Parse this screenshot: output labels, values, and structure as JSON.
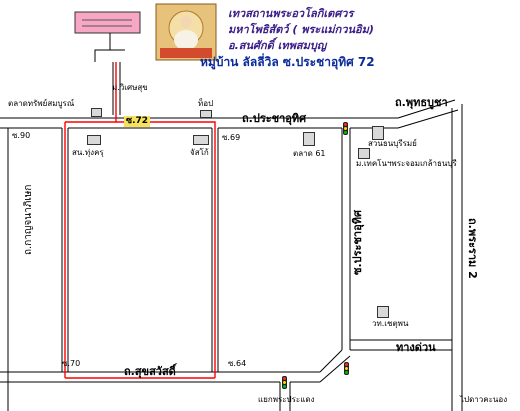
{
  "header": {
    "line1": "เทวสถานพระอวโลกิเตศวร",
    "line2": "มหาโพธิสัตว์ ( พระแม่กวนอิม)",
    "line3": "อ.สนศักดิ์ เทพสมบุญ",
    "village": "หมู่บ้าน ลัลลี่วิล ซ.ประชาอุทิศ 72"
  },
  "labels": {
    "mvisetsuk": "ม.วิเศษสุข",
    "market_sap": "ตลาดทรัพย์สมบูรณ์",
    "tops": "ท็อป",
    "soi72": "ซ.72",
    "road_prachauthit": "ถ.ประชาอุทิศ",
    "road_phutthabucha": "ถ.พุทธบูชา",
    "soi90": "ซ.90",
    "san_thungkru": "สน.ทุ่งครุ",
    "jiffy": "จัสโก้",
    "soi69": "ซ.69",
    "market61": "ตลาด 61",
    "suan_thon": "สวนธนบุรีรมย์",
    "university": "ม.เทคโนฯพระจอมเกล้าธนบุรี",
    "road_kanchanaphisek": "ถ.กาญจนาภิเษก",
    "soi_prachauthit": "ซ.ประชาอุทิศ",
    "road_rama2": "ถ.พระราม 2",
    "wat_chetuphon": "วท.เชตุพน",
    "expressway": "ทางด่วน",
    "soi70": "ซ.70",
    "road_suksawat": "ถ.สุขสวัสดิ์",
    "soi64": "ซ.64",
    "intersection": "แยกพระประแดง",
    "to_kanlapaphruek": "ไปดาวคะนอง"
  },
  "colors": {
    "road_fill": "#ffffff",
    "road_edge": "#000000",
    "highlight_route": "#ff0000",
    "soi72_tag": "#f6e25a",
    "pink_box": "#f7a6c4",
    "title_color": "#3a1d86"
  }
}
